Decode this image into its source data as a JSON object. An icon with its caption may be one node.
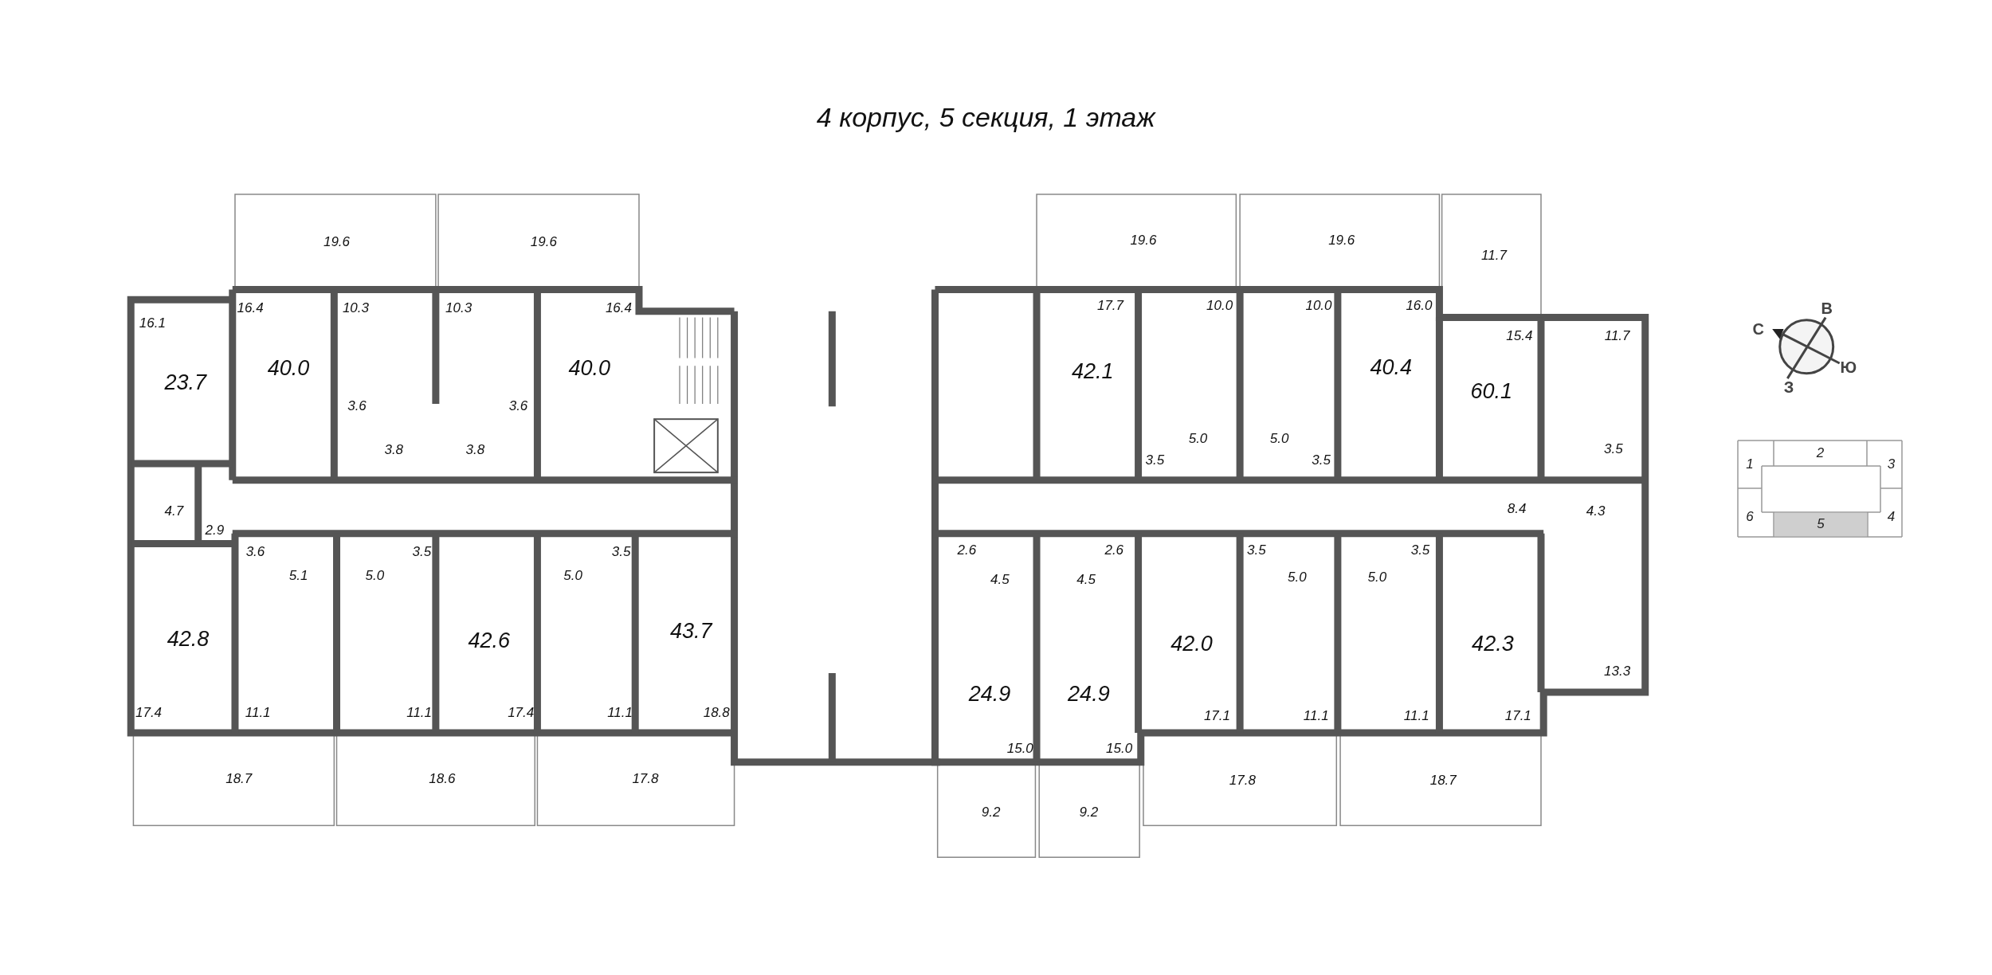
{
  "diagram": {
    "title": "4 корпус, 5 секция, 1 этаж",
    "nodes": [
      {
        "text": [
          "1"
        ]
      },
      {
        "text": [
          "2"
        ]
      },
      {
        "text": [
          "3"
        ]
      },
      {
        "text": [
          "6"
        ]
      },
      {
        "text": [
          "5"
        ]
      },
      {
        "text": [
          "4"
        ]
      }
    ],
    "edges": [],
    "labels": [
      "19.6",
      "19.6",
      "19.6",
      "19.6",
      "11.7",
      "16.4",
      "10.3",
      "10.3",
      "16.4",
      "17.7",
      "10.0",
      "10.0",
      "16.0",
      "16.1",
      "15.4",
      "11.7",
      "23.7",
      "40.0",
      "40.0",
      "42.1",
      "40.4",
      "60.1",
      "3.6",
      "3.6",
      "3.5",
      "5.0",
      "5.0",
      "3.8",
      "3.8",
      "3.5",
      "3.5",
      "4.7",
      "2.9",
      "8.4",
      "4.3",
      "3.6",
      "3.5",
      "3.5",
      "2.6",
      "2.6",
      "3.5",
      "3.5",
      "5.1",
      "5.0",
      "5.0",
      "4.5",
      "4.5",
      "5.0",
      "5.0",
      "42.8",
      "42.6",
      "43.7",
      "42.0",
      "42.3",
      "24.9",
      "24.9",
      "13.3",
      "17.4",
      "11.1",
      "11.1",
      "17.4",
      "11.1",
      "18.8",
      "17.1",
      "11.1",
      "11.1",
      "17.1",
      "15.0",
      "15.0",
      "18.7",
      "18.6",
      "17.8",
      "17.8",
      "18.7",
      "9.2",
      "9.2",
      "С",
      "В",
      "Ю",
      "З"
    ]
  }
}
